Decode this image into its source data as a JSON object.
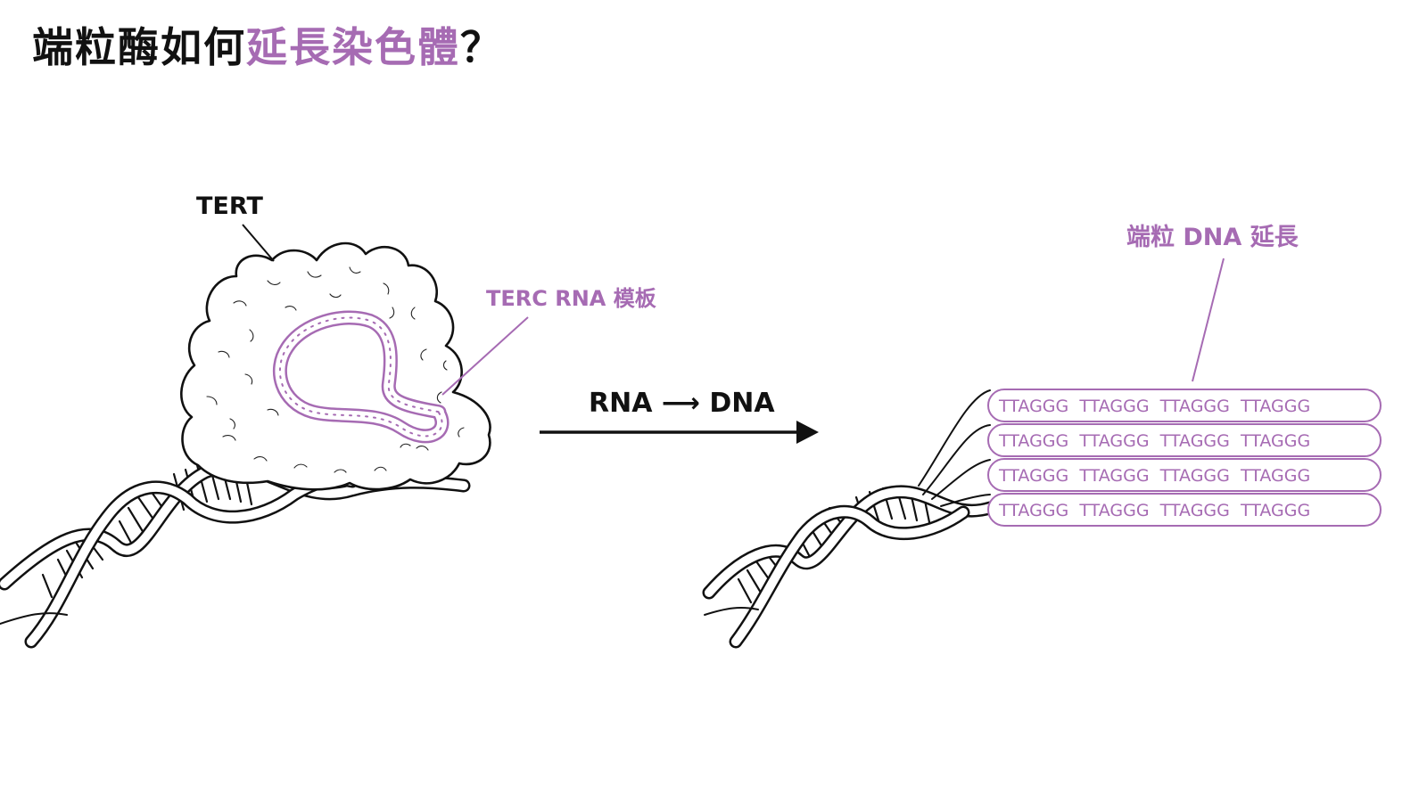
{
  "title": {
    "part_dark": "端粒酶如何",
    "part_accent": "延長染色體",
    "part_end": "？"
  },
  "labels": {
    "tert": "TERT",
    "terc": "TERC RNA 模板",
    "process": "RNA ⟶ DNA",
    "extension": "端粒 DNA 延長"
  },
  "telomere_rows": [
    "TTAGGG  TTAGGG  TTAGGG  TTAGGG",
    "TTAGGG  TTAGGG  TTAGGG  TTAGGG",
    "TTAGGG  TTAGGG  TTAGGG  TTAGGG",
    "TTAGGG  TTAGGG  TTAGGG  TTAGGG"
  ],
  "colors": {
    "accent": "#a66bb3",
    "ink": "#111111"
  },
  "icons": {
    "arrow": "right-arrow-icon",
    "enzyme": "tert-enzyme-icon",
    "helix": "dna-helix-icon"
  }
}
